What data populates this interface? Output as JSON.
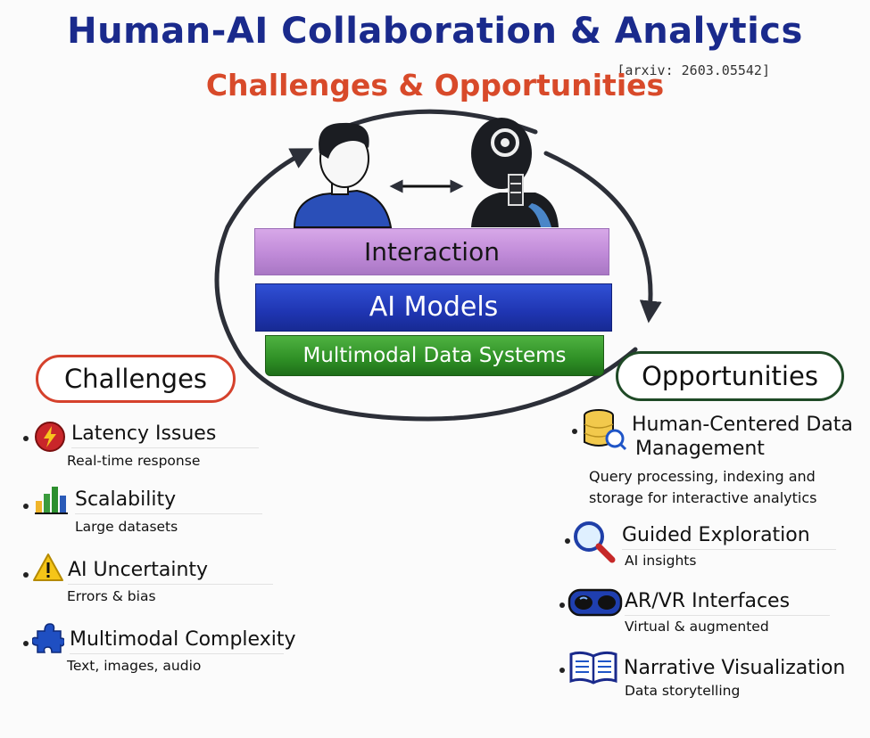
{
  "title": "Human-AI Collaboration & Analytics",
  "arxiv": "[arxiv: 2603.05542]",
  "subtitle": "Challenges & Opportunities",
  "layers": {
    "interaction": "Interaction",
    "ai_models": "AI Models",
    "data_systems": "Multimodal Data Systems"
  },
  "challenges": {
    "heading": "Challenges",
    "items": [
      {
        "title": "Latency Issues",
        "desc": "Real-time response",
        "icon": "lightning-icon"
      },
      {
        "title": "Scalability",
        "desc": "Large datasets",
        "icon": "bar-chart-icon"
      },
      {
        "title": "AI Uncertainty",
        "desc": "Errors & bias",
        "icon": "warning-icon"
      },
      {
        "title": "Multimodal Complexity",
        "desc": "Text, images, audio",
        "icon": "puzzle-icon"
      }
    ]
  },
  "opportunities": {
    "heading": "Opportunities",
    "items": [
      {
        "title_line1": "Human-Centered Data",
        "title_line2": "Management",
        "desc_line1": "Query processing, indexing and",
        "desc_line2": "storage for interactive analytics",
        "icon": "database-icon"
      },
      {
        "title": "Guided Exploration",
        "desc": "AI insights",
        "icon": "magnifier-icon"
      },
      {
        "title": "AR/VR Interfaces",
        "desc": "Virtual & augmented",
        "icon": "vr-headset-icon"
      },
      {
        "title": "Narrative Visualization",
        "desc": "Data storytelling",
        "icon": "book-icon"
      }
    ]
  },
  "colors": {
    "title": "#1a2a8c",
    "subtitle": "#d84a2a",
    "interaction_layer": "#c08ad8",
    "models_layer": "#1f35b2",
    "data_layer": "#2e8f25",
    "challenges_border": "#d5412c",
    "opportunities_border": "#1f4a26"
  }
}
